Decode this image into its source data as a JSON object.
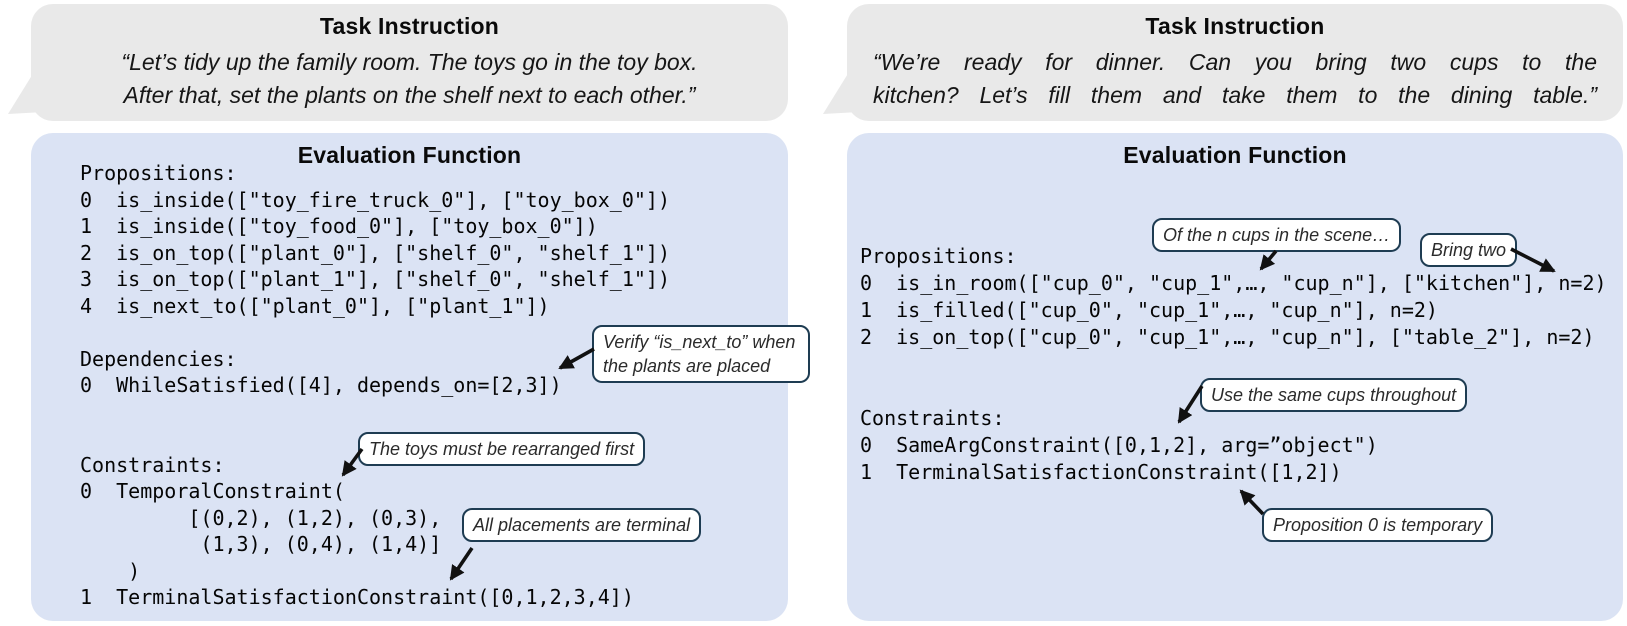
{
  "colors": {
    "bubble_gray": "#e9e9e9",
    "panel_blue": "#dbe3f4",
    "callout_border": "#1e3c52",
    "arrow_black": "#111111"
  },
  "panels": {
    "left": {
      "task_title": "Task Instruction",
      "quote_lines": [
        "“Let’s tidy up the family room. The toys go in the toy box.",
        "After that, set the plants on the shelf next to each other.”"
      ],
      "eval_title": "Evaluation Function",
      "code_lines": [
        "Propositions:",
        "0  is_inside([\"toy_fire_truck_0\"], [\"toy_box_0\"])",
        "1  is_inside([\"toy_food_0\"], [\"toy_box_0\"])",
        "2  is_on_top([\"plant_0\"], [\"shelf_0\", \"shelf_1\"])",
        "3  is_on_top([\"plant_1\"], [\"shelf_0\", \"shelf_1\"])",
        "4  is_next_to([\"plant_0\"], [\"plant_1\"])",
        "",
        "Dependencies:",
        "0  WhileSatisfied([4], depends_on=[2,3])",
        "",
        "",
        "Constraints:",
        "0  TemporalConstraint(",
        "         [(0,2), (1,2), (0,3),",
        "          (1,3), (0,4), (1,4)]",
        "    )",
        "1  TerminalSatisfactionConstraint([0,1,2,3,4])"
      ],
      "callouts": {
        "verify_next_to": "Verify “is_next_to” when the plants are placed",
        "toys_first": "The toys must be rearranged first",
        "placements_terminal": "All placements are terminal"
      }
    },
    "right": {
      "task_title": "Task Instruction",
      "quote_lines": [
        "“We’re ready for dinner. Can you bring two cups to the",
        "kitchen? Let’s fill them and take them to the dining table.”"
      ],
      "eval_title": "Evaluation Function",
      "code_lines": [
        "Propositions:",
        "0  is_in_room([\"cup_0\", \"cup_1\",…, \"cup_n\"], [\"kitchen\"], n=2)",
        "1  is_filled([\"cup_0\", \"cup_1\",…, \"cup_n\"], n=2)",
        "2  is_on_top([\"cup_0\", \"cup_1\",…, \"cup_n\"], [\"table_2\"], n=2)",
        "",
        "",
        "Constraints:",
        "0  SameArgConstraint([0,1,2], arg=”object\")",
        "1  TerminalSatisfactionConstraint([1,2])"
      ],
      "callouts": {
        "of_n_cups": "Of the n cups in the scene…",
        "bring_two": "Bring two",
        "same_cups": "Use the same cups throughout",
        "prop0_temporary": "Proposition 0 is temporary"
      }
    }
  }
}
